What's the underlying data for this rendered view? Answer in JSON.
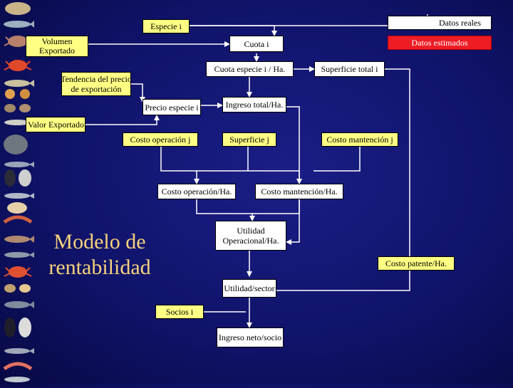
{
  "boxes": {
    "especie": "Especie i",
    "datos_reales": "Datos reales",
    "volumen_line1": "Volumen",
    "volumen_line2": "Exportado",
    "cuota": "Cuota i",
    "datos_estimados": "Datos estimados",
    "cuota_especie": "Cuota especie i / Ha.",
    "superficie_total": "Superficie total  i",
    "tendencia_line1": "Tendencia del precio",
    "tendencia_line2": "de exportación",
    "precio_especie": "Precio especie i",
    "ingreso_total": "Ingreso total/Ha.",
    "valor_exportado": "Valor Exportado",
    "costo_operacion_j": "Costo operación j",
    "superficie_j": "Superficie j",
    "costo_mantencion_j": "Costo mantención j",
    "costo_operacion_ha": "Costo operación/Ha.",
    "costo_mantencion_ha": "Costo mantención/Ha.",
    "utilidad_line1": "Utilidad",
    "utilidad_line2": "Operacional/Ha.",
    "costo_patente": "Costo patente/Ha.",
    "utilidad_sector": "Utilidad/sector",
    "socios": "Socios i",
    "ingreso_neto": "Ingreso neto/socio"
  },
  "title": {
    "line1": "Modelo de",
    "line2": "rentabilidad"
  },
  "colors": {
    "background": "#10136a",
    "input_box": "#ffff84",
    "computed_box": "#ffffff",
    "legend_box": "#ee1c24",
    "title_text": "#f6d27c",
    "connector": "#ffffff"
  }
}
